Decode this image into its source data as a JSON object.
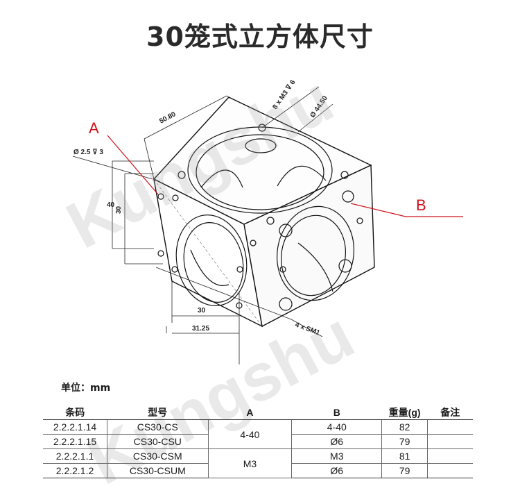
{
  "title": "30笼式立方体尺寸",
  "watermark": "Kungshu",
  "drawing": {
    "label_a": "A",
    "label_b": "B",
    "dims": {
      "length": "50.80",
      "height_outer": "40",
      "height_inner": "30",
      "width_inner": "30",
      "width_outer": "31.25",
      "thread_top": "8 x M3 ⊽ 6",
      "bore": "Ø 44.50",
      "pin_hole": "Ø 2.5 ⊽ 3",
      "side_thread": "4 x SM1"
    }
  },
  "unit_label": "单位：mm",
  "table": {
    "headers": [
      "条码",
      "型号",
      "A",
      "B",
      "重量(g)",
      "备注"
    ],
    "rows": [
      {
        "code": "2.2.2.1.14",
        "model": "CS30-CS",
        "b": "4-40",
        "weight": "82",
        "note": ""
      },
      {
        "code": "2.2.2.1.15",
        "model": "CS30-CSU",
        "b": "Ø6",
        "weight": "79",
        "note": ""
      },
      {
        "code": "2.2.2.1.1",
        "model": "CS30-CSM",
        "b": "M3",
        "weight": "81",
        "note": ""
      },
      {
        "code": "2.2.2.1.2",
        "model": "CS30-CSUM",
        "b": "Ø6",
        "weight": "79",
        "note": ""
      }
    ],
    "a_groups": [
      "4-40",
      "M3"
    ]
  }
}
